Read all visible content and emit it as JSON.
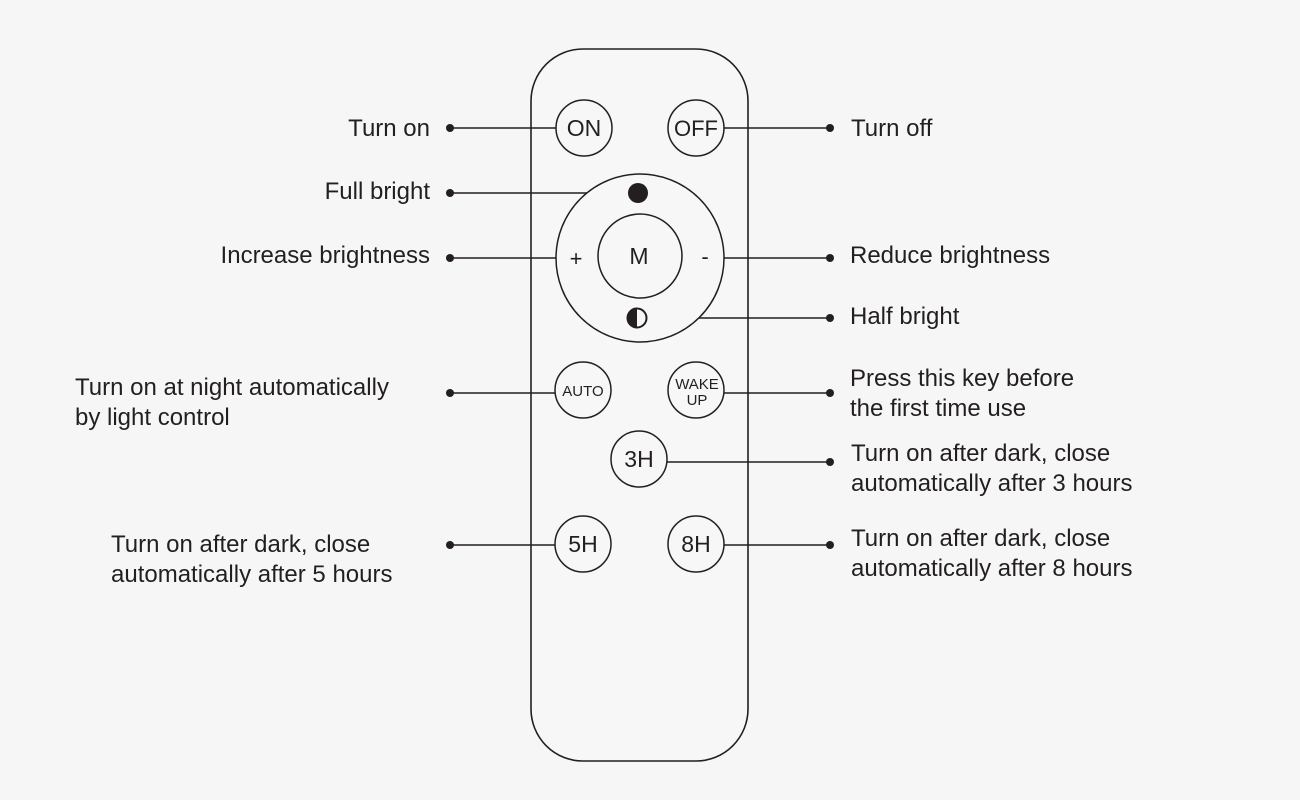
{
  "remote": {
    "buttons": {
      "on": "ON",
      "off": "OFF",
      "mode": "M",
      "plus": "+",
      "minus": "-",
      "auto": "AUTO",
      "wake_line1": "WAKE",
      "wake_line2": "UP",
      "three_h": "3H",
      "five_h": "5H",
      "eight_h": "8H"
    }
  },
  "labels": {
    "turn_on": "Turn on",
    "turn_off": "Turn off",
    "full_bright": "Full bright",
    "increase_brightness": "Increase brightness",
    "reduce_brightness": "Reduce brightness",
    "half_bright": "Half bright",
    "auto_line1": "Turn on at night automatically",
    "auto_line2": "by light control",
    "wake_line1": "Press this key before",
    "wake_line2": "the first time use",
    "three_h_line1": "Turn on after dark, close",
    "three_h_line2": "automatically after 3 hours",
    "five_h_line1": "Turn on after dark, close",
    "five_h_line2": "automatically after 5 hours",
    "eight_h_line1": "Turn on after dark, close",
    "eight_h_line2": "automatically after 8 hours"
  },
  "colors": {
    "background": "#f6f6f6",
    "ink": "#231f20"
  }
}
